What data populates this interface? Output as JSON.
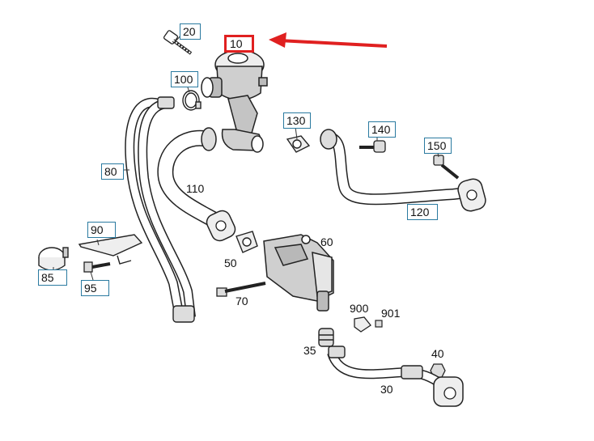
{
  "diagram": {
    "highlight_color": "#e02020",
    "label_box_color": "#2a7aa0",
    "part_labels": {
      "p10": "10",
      "p20": "20",
      "p100": "100",
      "p130": "130",
      "p140": "140",
      "p150": "150",
      "p80": "80",
      "p110": "110",
      "p120": "120",
      "p90": "90",
      "p85": "85",
      "p95": "95",
      "p50": "50",
      "p60": "60",
      "p70": "70",
      "p900": "900",
      "p901": "901",
      "p35": "35",
      "p40": "40",
      "p30": "30"
    }
  }
}
